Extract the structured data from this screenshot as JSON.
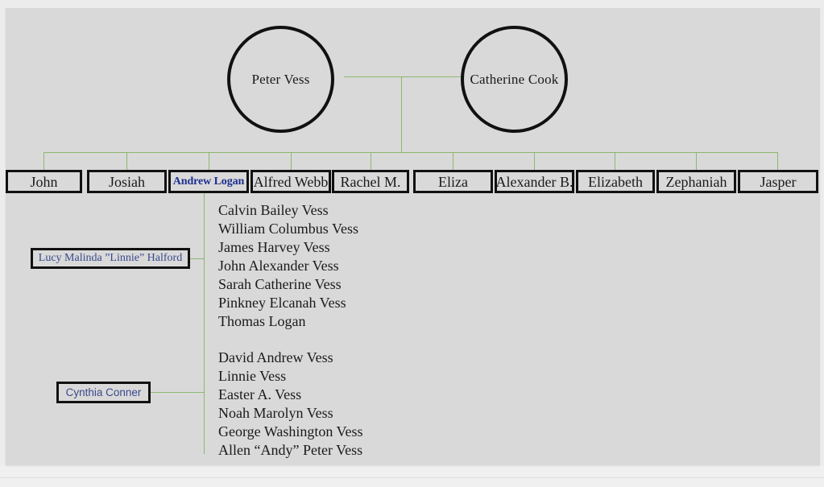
{
  "colors": {
    "page_background": "#ececec",
    "panel_background": "#d9d9d9",
    "connector_green": "#8cb86c",
    "node_border": "#111111",
    "text_black": "#1a1a1a",
    "highlight_blue": "#1d2f8f",
    "spouse_blue": "#3a4a8c"
  },
  "diagram": {
    "type": "family-tree",
    "parents": [
      {
        "name": "Peter Vess",
        "shape": "circle"
      },
      {
        "name": "Catherine Cook",
        "shape": "circle"
      }
    ],
    "children": [
      {
        "label": "John",
        "highlighted": false
      },
      {
        "label": "Josiah",
        "highlighted": false
      },
      {
        "label": "Andrew Logan",
        "highlighted": true
      },
      {
        "label": "Alfred Webb",
        "highlighted": false
      },
      {
        "label": "Rachel M.",
        "highlighted": false
      },
      {
        "label": "Eliza",
        "highlighted": false
      },
      {
        "label": "Alexander B.",
        "highlighted": false
      },
      {
        "label": "Elizabeth",
        "highlighted": false
      },
      {
        "label": "Zephaniah",
        "highlighted": false
      },
      {
        "label": "Jasper",
        "highlighted": false
      }
    ],
    "unions": [
      {
        "spouse": "Lucy Malinda ”Linnie” Halford",
        "spouse_font": "serif",
        "offspring": [
          "Calvin Bailey Vess",
          "William Columbus Vess",
          "James Harvey Vess",
          "John Alexander Vess",
          "Sarah Catherine Vess",
          "Pinkney Elcanah Vess",
          "Thomas Logan"
        ]
      },
      {
        "spouse": "Cynthia Conner",
        "spouse_font": "sans",
        "offspring": [
          "David Andrew Vess",
          "Linnie Vess",
          "Easter A. Vess",
          "Noah Marolyn Vess",
          "George Washington Vess",
          "Allen “Andy” Peter Vess"
        ]
      }
    ]
  }
}
